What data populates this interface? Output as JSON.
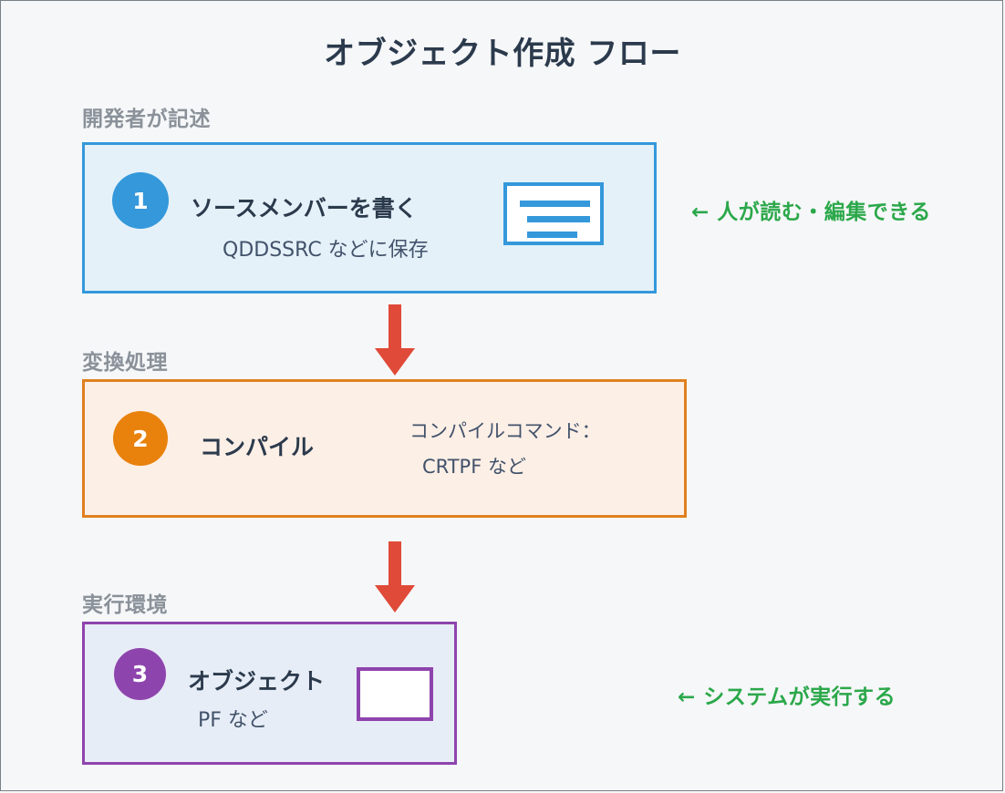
{
  "diagram": {
    "title": "オブジェクト作成 フロー",
    "background_color": "#f6f7f9",
    "title_color": "#2b3a4c"
  },
  "sections": [
    {
      "label": "開発者が記述",
      "color": "#8a9199"
    },
    {
      "label": "変換処理",
      "color": "#8a9199"
    },
    {
      "label": "実行環境",
      "color": "#8a9199"
    }
  ],
  "steps": [
    {
      "number": "1",
      "title": "ソースメンバーを書く",
      "subtitle": "QDDSSRC  などに保存",
      "note": "",
      "accent_color": "#3498db",
      "fill_color": "#e4f1f9",
      "icon": "document-icon"
    },
    {
      "number": "2",
      "title": "コンパイル",
      "subtitle": "",
      "note_line1": "コンパイルコマンド：",
      "note_line2": "CRTPF  など",
      "accent_color": "#e0801f",
      "fill_color": "#fcefe6",
      "icon": ""
    },
    {
      "number": "3",
      "title": "オブジェクト",
      "subtitle": "PF など",
      "note": "",
      "accent_color": "#8e44ad",
      "fill_color": "#e7edf6",
      "icon": "object-box-icon"
    }
  ],
  "annotations": [
    {
      "text": "←  人が読む・編集できる",
      "color": "#2ba84a"
    },
    {
      "text": "←  システムが実行する",
      "color": "#2ba84a"
    }
  ],
  "arrows": [
    {
      "name": "arrow-step1-to-step2",
      "color": "#e04a38",
      "direction": "down"
    },
    {
      "name": "arrow-step2-to-step3",
      "color": "#e04a38",
      "direction": "down"
    }
  ]
}
